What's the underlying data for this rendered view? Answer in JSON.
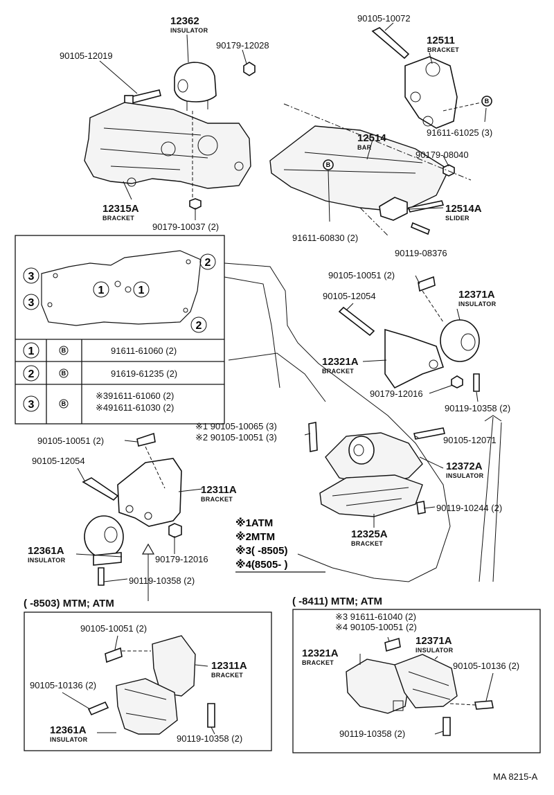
{
  "code": "MA  8215-A",
  "top_parts": {
    "p12362": {
      "num": "12362",
      "name": "INSULATOR"
    },
    "p90105_12019": {
      "num": "90105-12019"
    },
    "p90179_12028": {
      "num": "90179-12028"
    },
    "p90105_10072": {
      "num": "90105-10072"
    },
    "p12511": {
      "num": "12511",
      "name": "BRACKET"
    },
    "p91611_61025": {
      "num": "91611-61025 (3)"
    },
    "p12514": {
      "num": "12514",
      "name": "BAR"
    },
    "p90179_08040": {
      "num": "90179-08040"
    },
    "p12514A": {
      "num": "12514A",
      "name": "SLIDER"
    },
    "p12315A": {
      "num": "12315A",
      "name": "BRACKET"
    },
    "p90179_10037": {
      "num": "90179-10037 (2)"
    },
    "p91611_60830": {
      "num": "91611-60830 (2)"
    },
    "p90119_08376": {
      "num": "90119-08376"
    }
  },
  "table": {
    "rows": [
      {
        "mark": "1",
        "sym": "B",
        "part": "91611-61060 (2)"
      },
      {
        "mark": "2",
        "sym": "B",
        "part": "91619-61235 (2)"
      },
      {
        "mark": "3",
        "sym": "B",
        "part_a": "※391611-61060 (2)",
        "part_b": "※491611-61030 (2)"
      }
    ],
    "gasket_marks": [
      "3",
      "3",
      "1",
      "1",
      "2",
      "2"
    ]
  },
  "right_parts": {
    "p90105_10051": {
      "num": "90105-10051 (2)"
    },
    "p90105_12054": {
      "num": "90105-12054"
    },
    "p12371A": {
      "num": "12371A",
      "name": "INSULATOR"
    },
    "p12321A": {
      "num": "12321A",
      "name": "BRACKET"
    },
    "p90179_12016": {
      "num": "90179-12016"
    },
    "p90119_10358": {
      "num": "90119-10358 (2)"
    }
  },
  "mid_parts": {
    "star1": "※1 90105-10065 (3)",
    "star2": "※2 90105-10051 (3)",
    "p90105_12071": {
      "num": "90105-12071"
    },
    "p12372A": {
      "num": "12372A",
      "name": "INSULATOR"
    },
    "p90119_10244": {
      "num": "90119-10244 (2)"
    },
    "p12325A": {
      "num": "12325A",
      "name": "BRACKET"
    }
  },
  "left_parts": {
    "p90105_10051": {
      "num": "90105-10051 (2)"
    },
    "p90105_12054": {
      "num": "90105-12054"
    },
    "p12311A": {
      "num": "12311A",
      "name": "BRACKET"
    },
    "p12361A": {
      "num": "12361A",
      "name": "INSULATOR"
    },
    "p90179_12016": {
      "num": "90179-12016"
    },
    "p90119_10358": {
      "num": "90119-10358 (2)"
    }
  },
  "notes": {
    "n1": "※1ATM",
    "n2": "※2MTM",
    "n3": "※3(      -8505)",
    "n4": "※4(8505-          )"
  },
  "box_left": {
    "header": "(      -8503) MTM; ATM",
    "p90105_10051": {
      "num": "90105-10051 (2)"
    },
    "p12311A": {
      "num": "12311A",
      "name": "BRACKET"
    },
    "p90105_10136": {
      "num": "90105-10136 (2)"
    },
    "p12361A": {
      "num": "12361A",
      "name": "INSULATOR"
    },
    "p90119_10358": {
      "num": "90119-10358 (2)"
    }
  },
  "box_right": {
    "header": "(      -8411) MTM; ATM",
    "star3": "※3  91611-61040 (2)",
    "star4": "※4  90105-10051 (2)",
    "p12371A": {
      "num": "12371A",
      "name": "INSULATOR"
    },
    "p12321A": {
      "num": "12321A",
      "name": "BRACKET"
    },
    "p90105_10136": {
      "num": "90105-10136 (2)"
    },
    "p90119_10358": {
      "num": "90119-10358 (2)"
    }
  }
}
